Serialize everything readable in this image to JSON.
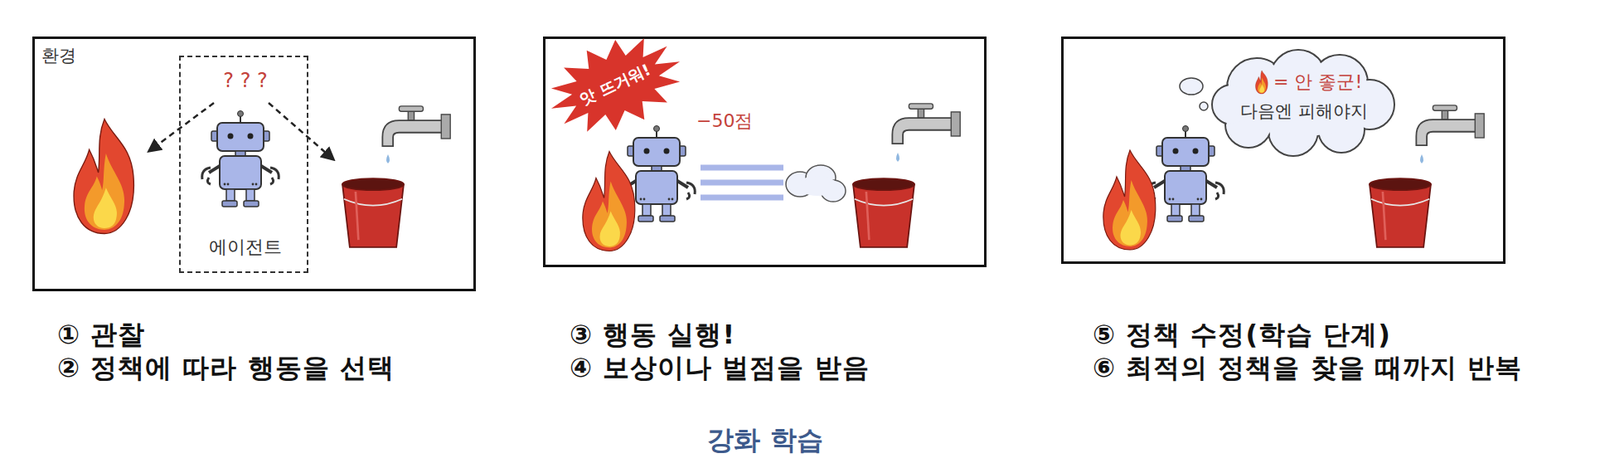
{
  "diagram": {
    "title": "강화 학습",
    "nodes": [
      {
        "text": [
          "환경",
          "① 관찰",
          "② 정책에 따라 행동을 선택"
        ]
      },
      {
        "text": [
          "? ? ?",
          "에이전트"
        ],
        "in": 0
      },
      {
        "text": [
          "−50점",
          "③ 행동 실행!",
          "④ 보상이나 벌점을 받음"
        ]
      },
      {
        "text": [
          "앗 뜨거워!"
        ],
        "in": 2
      },
      {
        "text": [
          "⑤ 정책 수정(학습 단계)",
          "⑥ 최적의 정책을 찾을 때까지 반복"
        ]
      },
      {
        "text": [
          "= 안 좋군!",
          "다음엔 피해야지"
        ],
        "in": 4
      }
    ]
  }
}
